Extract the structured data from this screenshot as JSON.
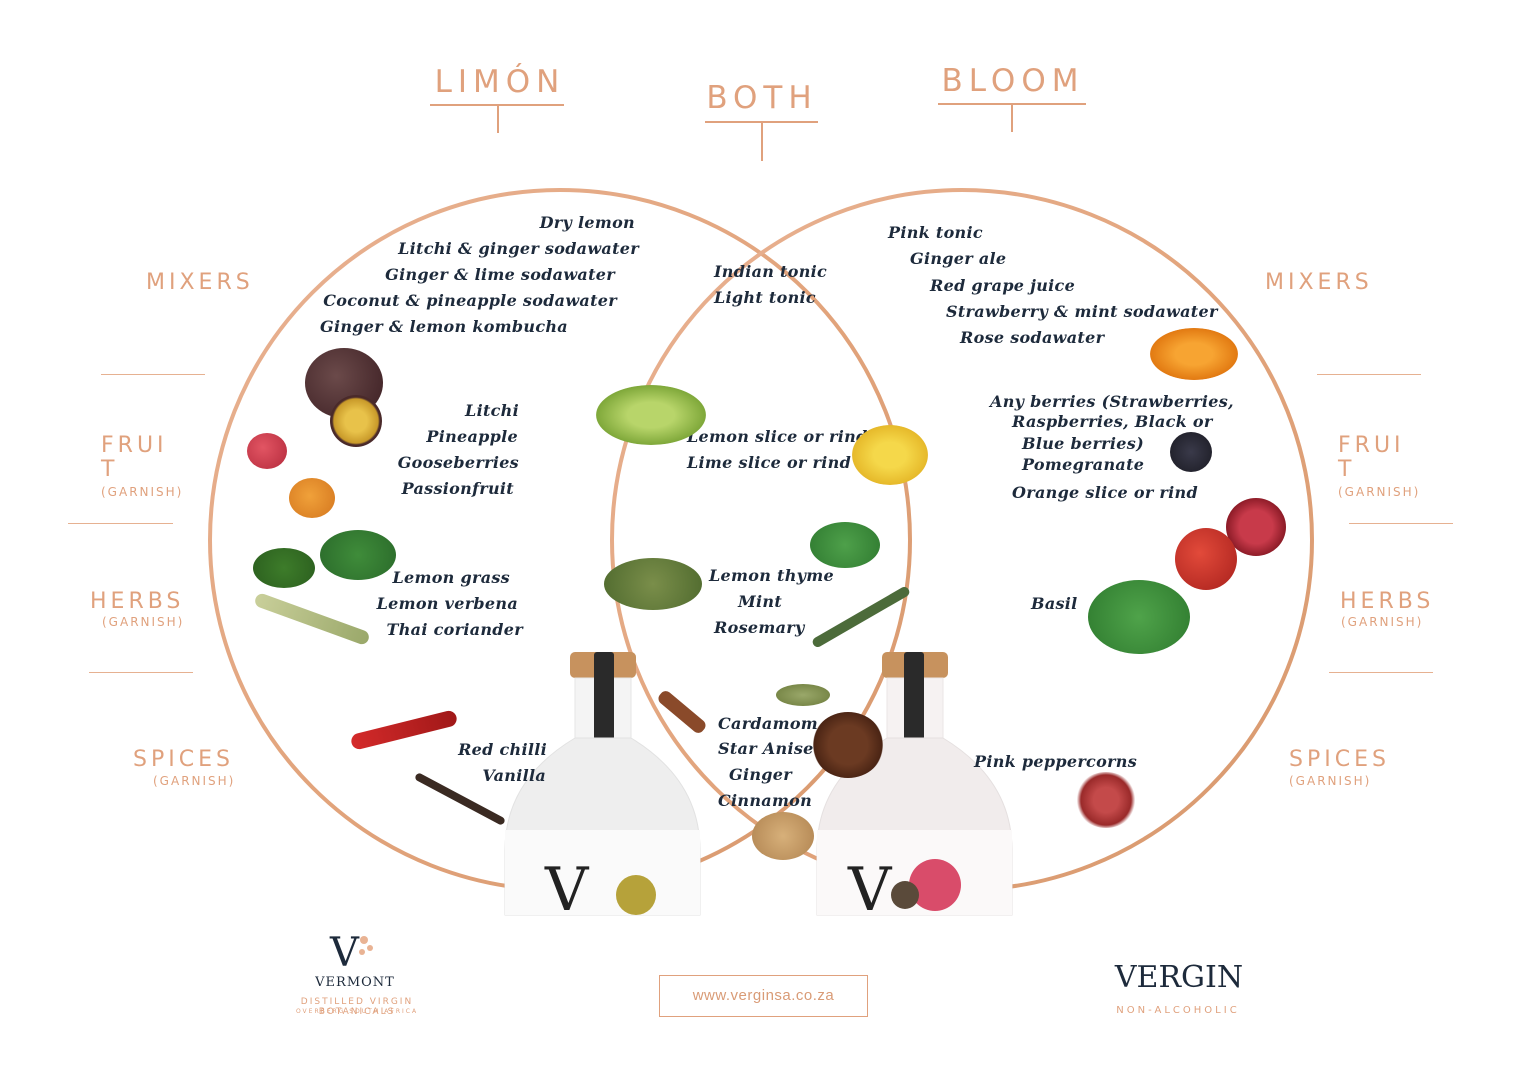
{
  "columns": {
    "left": "LIMÓN",
    "middle": "BOTH",
    "right": "BLOOM"
  },
  "categories": {
    "left": [
      {
        "label": "MIXERS",
        "sub": ""
      },
      {
        "label": "FRUI\nT",
        "sub": "(GARNISH)"
      },
      {
        "label": "HERBS",
        "sub": "(GARNISH)"
      },
      {
        "label": "SPICES",
        "sub": "(GARNISH)"
      }
    ],
    "right": [
      {
        "label": "MIXERS",
        "sub": ""
      },
      {
        "label": "FRUI\nT",
        "sub": "(GARNISH)"
      },
      {
        "label": "HERBS",
        "sub": "(GARNISH)"
      },
      {
        "label": "SPICES",
        "sub": "(GARNISH)"
      }
    ]
  },
  "limon": {
    "mixers": [
      "Dry lemon",
      "Litchi & ginger sodawater",
      "Ginger & lime sodawater",
      "Coconut & pineapple sodawater",
      "Ginger & lemon kombucha"
    ],
    "fruit": [
      "Litchi",
      "Pineapple",
      "Gooseberries",
      "Passionfruit"
    ],
    "herbs": [
      "Lemon grass",
      "Lemon verbena",
      "Thai coriander"
    ],
    "spices": [
      "Red chilli",
      "Vanilla"
    ]
  },
  "both": {
    "mixers": [
      "Indian tonic",
      "Light tonic"
    ],
    "fruit": [
      "Lemon slice or rind",
      "Lime slice or rind"
    ],
    "herbs": [
      "Lemon thyme",
      "Mint",
      "Rosemary"
    ],
    "spices": [
      "Cardamom",
      "Star Anise",
      "Ginger",
      "Cinnamon"
    ]
  },
  "bloom": {
    "mixers": [
      "Pink tonic",
      "Ginger ale",
      "Red grape juice",
      "Strawberry & mint sodawater",
      "Rose sodawater"
    ],
    "fruit": [
      "Any berries (Strawberries,",
      "Raspberries, Black or",
      "Blue berries)",
      "Pomegranate",
      "Orange slice or rind"
    ],
    "herbs": [
      "Basil"
    ],
    "spices": [
      "Pink peppercorns"
    ]
  },
  "footer": {
    "website": "www.verginsa.co.za",
    "vermont_name": "VERMONT",
    "vermont_tagline": "DISTILLED VIRGIN BOTANICALS",
    "vermont_location": "OVERBERG SOUTH AFRICA",
    "vergin_name": "VERGIN",
    "vergin_tagline": "NON-ALCOHOLIC"
  },
  "colors": {
    "accent": "#e0a17d",
    "text": "#1d2a3b",
    "circle": "#e3a880"
  }
}
